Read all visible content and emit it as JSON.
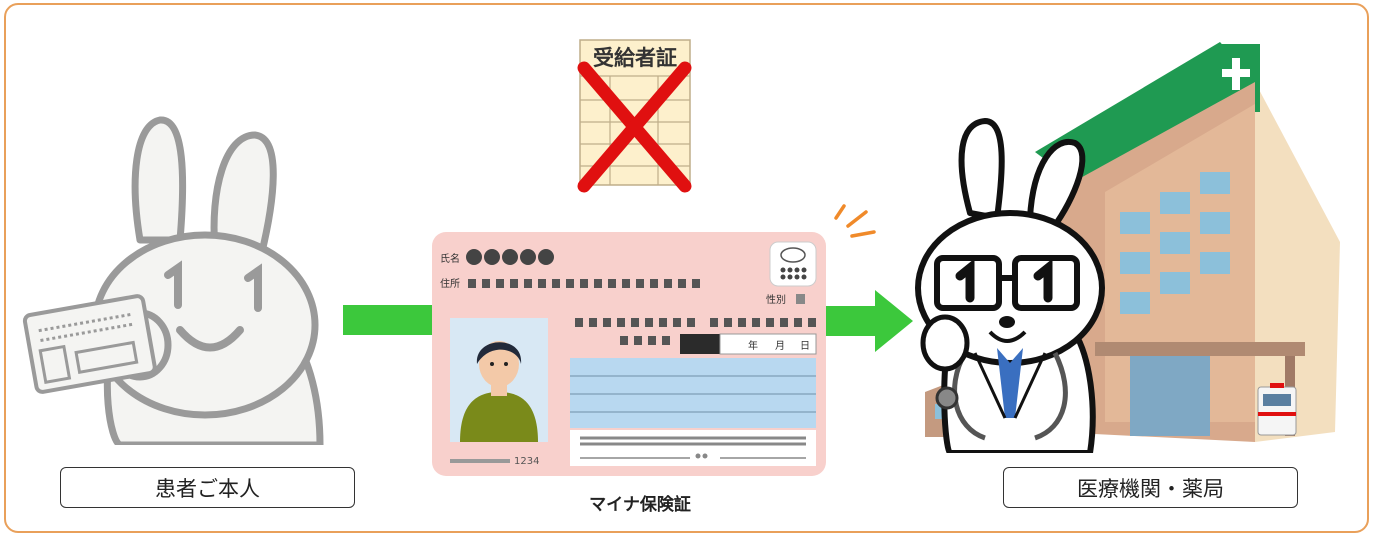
{
  "patient_label": "患者ご本人",
  "facility_label": "医療機関・薬局",
  "card_caption": "マイナ保険証",
  "old_certificate": {
    "title": "受給者証",
    "status": "crossed-out"
  },
  "card": {
    "name_field": "氏名",
    "address_field": "住所",
    "sex_field": "性別",
    "date_year": "年",
    "date_month": "月",
    "date_day": "日",
    "number": "1234"
  },
  "colors": {
    "frame": "#e9a05a",
    "arrow": "#3cc83c",
    "card": "#f8d0cc",
    "cross": "#e01010",
    "hospital_roof": "#1f9a52"
  },
  "icons": [
    "rabbit-patient-icon",
    "my-number-card-icon",
    "arrow-right-icon",
    "crossed-certificate-icon",
    "doctor-rabbit-icon",
    "hospital-building-icon",
    "ambulance-icon"
  ]
}
